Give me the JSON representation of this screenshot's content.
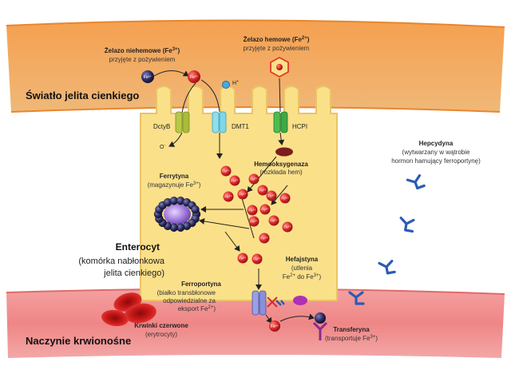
{
  "regions": {
    "lumen": "Światło jelita cienkiego",
    "blood_vessel": "Naczynie krwionośne"
  },
  "cell": {
    "title": "Enterocyt",
    "subtitle": [
      "(komórka nabłonkowa",
      "jelita cienkiego)"
    ]
  },
  "dietary": {
    "nonheme_title": "Żelazo niehemowe (Fe",
    "nonheme_sup": "3+",
    "nonheme_sub": "przyjęte z pożywieniem",
    "heme_title": "Żelazo hemowe (Fe",
    "heme_sup": "2+",
    "heme_sub": "przyjęte z pożywieniem"
  },
  "transporters": {
    "dctyb": "DctyB",
    "dmt1": "DMT1",
    "hcp1": "HCPI"
  },
  "ions": {
    "fe3": "Fe³⁺",
    "fe2": "Fe²⁺",
    "h_plus": "H",
    "h_plus_sup": "+",
    "o_minus": "O",
    "o_minus_sup": "-"
  },
  "hemeoxygenase": {
    "title": "Hemooksygenaza",
    "sub": "(rozkłada hem)"
  },
  "ferritin": {
    "title": "Ferrytyna",
    "sub": "(magazynuje Fe",
    "sub_sup": "3+"
  },
  "ferroportin": {
    "title": "Ferroportyna",
    "lines": [
      "(białko transbłonowe",
      "odpowiedzialne za",
      "eksport Fe"
    ],
    "sup": "2+"
  },
  "hephaestin": {
    "title": "Hefajstyna",
    "line1": "(utlenia",
    "line2": "Fe",
    "line2_sup1": "2+",
    "line2_mid": " do Fe",
    "line2_sup2": "3+"
  },
  "hepcidin": {
    "title": "Hepcydyna",
    "lines": [
      "(wytwarzany w wątrobie",
      "hormon hamujący ferroportynę)"
    ]
  },
  "transferrin": {
    "title": "Transferyna",
    "sub": "(transportuje Fe",
    "sub_sup": "3+"
  },
  "rbc": {
    "title": "Krwinki czerwone",
    "sub": "(erytrocyty)"
  },
  "colors": {
    "lumen_fill": "#f0a35a",
    "cell_fill": "#fbe08a",
    "vessel_fill": "#f28c8c",
    "iron": "#d92b2b",
    "ferritin": "#2a2a5e",
    "hepcidin": "#2c5bb5",
    "dctyb": "#b7c948",
    "dmt1": "#7fd6e8",
    "hcp1": "#3fa845",
    "ferroportin": "#8a8fd8",
    "hephaestin": "#b02fb5",
    "transferrin": "#8b2a8f"
  }
}
